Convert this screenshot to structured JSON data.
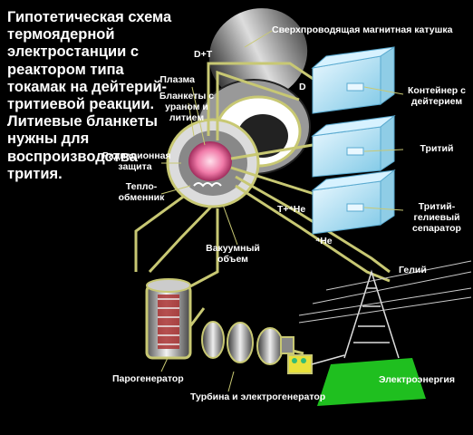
{
  "title": "Гипотетическая схема термоядерной электростанции с реактором типа токамак на дейтерий-тритиевой реакции. Литиевые бланкеты нужны для воспроизводства трития.",
  "labels": {
    "magnet": "Сверхпроводящая магнитная катушка",
    "dt": "D+T",
    "d": "D",
    "plasma": "Плазма",
    "blankets": "Бланкеты с ураном и литием",
    "radiation_shield": "Радиационная защита",
    "heat_exchanger": "Тепло-обменник",
    "vacuum_volume": "Вакуумный объем",
    "deuterium_container": "Контейнер с дейтерием",
    "tritium": "Тритий",
    "separator": "Тритий-гелиевый сепаратор",
    "t_he": "T+⁴He",
    "he4": "⁴He",
    "helium": "Гелий",
    "steam_generator": "Парогенератор",
    "turbine": "Турбина и электрогенератор",
    "electricity": "Электроэнергия"
  },
  "colors": {
    "pipe": "#c8c873",
    "background": "#000000",
    "container": "#bfe8f5",
    "plasma": "#f07aa8",
    "grass": "#1fbf1f"
  }
}
